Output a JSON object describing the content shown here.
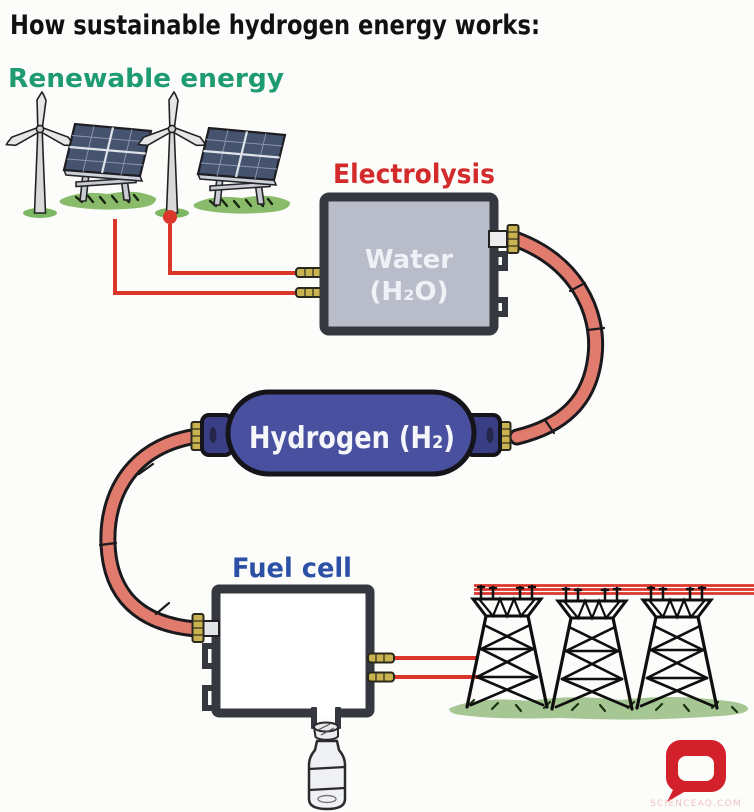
{
  "title": "How sustainable hydrogen energy works:",
  "sections": {
    "renewable": {
      "label": "Renewable energy"
    },
    "electrolysis": {
      "label": "Electrolysis",
      "box_line1": "Water",
      "box_line2": "(H₂O)"
    },
    "hydrogen": {
      "label": "Hydrogen (H₂)"
    },
    "fuel_cell": {
      "label": "Fuel cell"
    }
  },
  "watermark": "SCIENCEAQ.COM",
  "colors": {
    "title": "#111111",
    "renewable_green": "#1f9b70",
    "electrolysis_red": "#d32b2b",
    "fuel_cell_blue": "#2d50a7",
    "water_text": "#eef1f5",
    "hydrogen_text": "#f4f6fa",
    "wire_red": "#da362a",
    "pipe_salmon": "#e07b6d",
    "tank_indigo": "#49509f",
    "electrolysis_box_fill": "#b9bdca",
    "outline_dark": "#36383f",
    "connector_yellow": "#c9b351",
    "grass_green": "#7cb862",
    "field_green": "#a6c693",
    "logo_red": "#d2212a",
    "watermark_pink": "#eec3bf"
  }
}
